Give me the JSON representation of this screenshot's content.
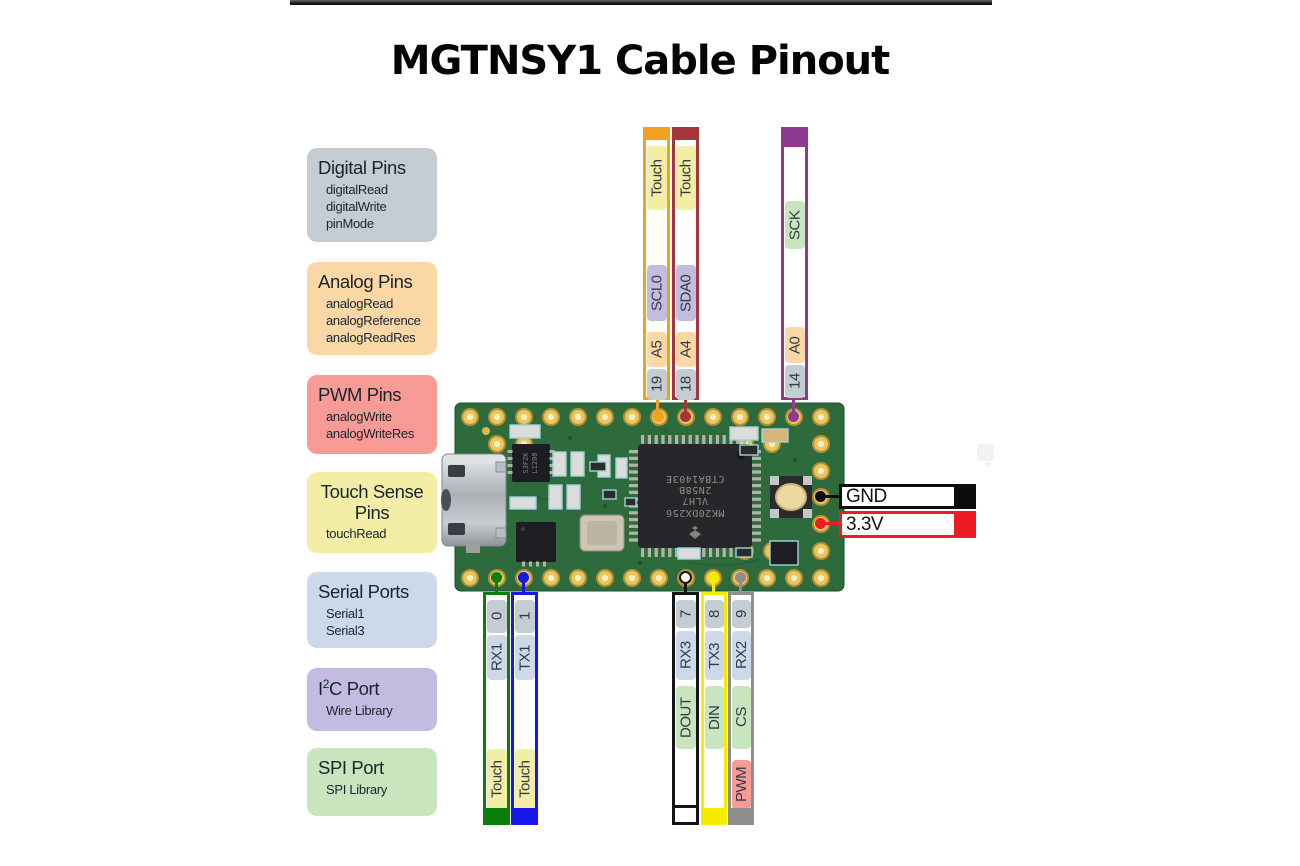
{
  "title": "MGTNSY1 Cable Pinout",
  "legend": [
    {
      "title": "Digital Pins",
      "items": [
        "digitalRead",
        "digitalWrite",
        "pinMode"
      ],
      "bg": "#c4cdd1"
    },
    {
      "title": "Analog Pins",
      "items": [
        "analogRead",
        "analogReference",
        "analogReadRes"
      ],
      "bg": "#fbd7a5"
    },
    {
      "title": "PWM Pins",
      "items": [
        "analogWrite",
        "analogWriteRes"
      ],
      "bg": "#f89b97"
    },
    {
      "title": "Touch Sense Pins",
      "items": [
        "touchRead"
      ],
      "bg": "#f4eda5"
    },
    {
      "title": "Serial Ports",
      "items": [
        "Serial1",
        "Serial3"
      ],
      "bg": "#cdd9e9"
    },
    {
      "title_pre": "I",
      "title_sup": "2",
      "title_post": "C Port",
      "items": [
        "Wire Library"
      ],
      "bg": "#c4bce0"
    },
    {
      "title": "SPI Port",
      "items": [
        "SPI Library"
      ],
      "bg": "#c9e5be"
    }
  ],
  "palette": {
    "digital": "#c4cdd1",
    "analog": "#fbd7a5",
    "pwm": "#f89b97",
    "touch": "#f4eda5",
    "serial": "#cdd9e9",
    "i2c": "#c4bce0",
    "spi": "#c9e5be"
  },
  "cables": {
    "top": [
      {
        "color": "#f2a11e",
        "dot": "#f2a11e",
        "segments": [
          {
            "text": "Touch",
            "bg": "touch"
          },
          {
            "text": "SCL0",
            "bg": "i2c"
          },
          {
            "text": "A5",
            "bg": "analog"
          },
          {
            "text": "19",
            "bg": "digital"
          }
        ]
      },
      {
        "color": "#a5353c",
        "dot": "#a5353c",
        "segments": [
          {
            "text": "Touch",
            "bg": "touch"
          },
          {
            "text": "SDA0",
            "bg": "i2c"
          },
          {
            "text": "A4",
            "bg": "analog"
          },
          {
            "text": "18",
            "bg": "digital"
          }
        ]
      },
      {
        "color": "#8e3a8e",
        "dot": "#8e3a8e",
        "segments": [
          {
            "text": "SCK",
            "bg": "spi"
          },
          {
            "text": "A0",
            "bg": "analog"
          },
          {
            "text": "14",
            "bg": "digital"
          }
        ]
      }
    ],
    "bottom": [
      {
        "color": "#0b7e0b",
        "dot": "#0b7e0b",
        "segments": [
          {
            "text": "0",
            "bg": "digital"
          },
          {
            "text": "RX1",
            "bg": "serial"
          },
          {
            "text": "Touch",
            "bg": "touch"
          }
        ]
      },
      {
        "color": "#1717ea",
        "dot": "#1717ea",
        "segments": [
          {
            "text": "1",
            "bg": "digital"
          },
          {
            "text": "TX1",
            "bg": "serial"
          },
          {
            "text": "Touch",
            "bg": "touch"
          }
        ]
      },
      {
        "color": "#151515",
        "dot": "#ffffff",
        "cap": "#ffffff",
        "segments": [
          {
            "text": "7",
            "bg": "digital"
          },
          {
            "text": "RX3",
            "bg": "serial"
          },
          {
            "text": "DOUT",
            "bg": "spi"
          }
        ]
      },
      {
        "color": "#f6ec00",
        "dot": "#f6ec00",
        "segments": [
          {
            "text": "8",
            "bg": "digital"
          },
          {
            "text": "TX3",
            "bg": "serial"
          },
          {
            "text": "DIN",
            "bg": "spi"
          }
        ]
      },
      {
        "color": "#8f8f8f",
        "dot": "#8f8f8f",
        "segments": [
          {
            "text": "9",
            "bg": "digital"
          },
          {
            "text": "RX2",
            "bg": "serial"
          },
          {
            "text": "CS",
            "bg": "spi"
          },
          {
            "text": "PWM",
            "bg": "pwm"
          }
        ]
      }
    ]
  },
  "power": [
    {
      "label": "GND",
      "color": "#0d0d0d"
    },
    {
      "label": "3.3V",
      "color": "#ed1c24"
    }
  ],
  "board": {
    "chip_lines": [
      "MK20DX256",
      "VLH7",
      "2N58B",
      "CTBA1403E"
    ],
    "small_chip_lines": [
      "S3F2K",
      "L1208"
    ]
  }
}
